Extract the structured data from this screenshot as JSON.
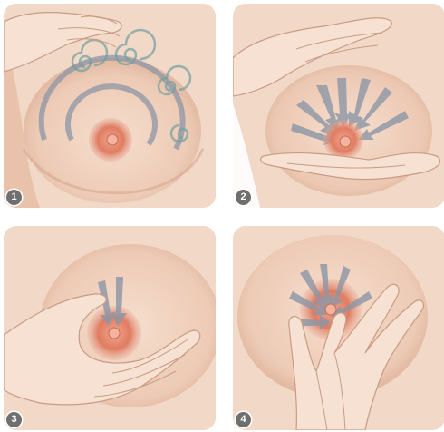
{
  "steps": [
    {
      "number": "1"
    },
    {
      "number": "2"
    },
    {
      "number": "3"
    },
    {
      "number": "4"
    }
  ],
  "colors": {
    "skin": "#f1d6c4",
    "skin_shadow": "#e1b9a2",
    "areola": "#e2876d",
    "nipple": "#f0a58d",
    "guide_arrows": "#8c96a6",
    "badge": "#6f6f6f"
  }
}
